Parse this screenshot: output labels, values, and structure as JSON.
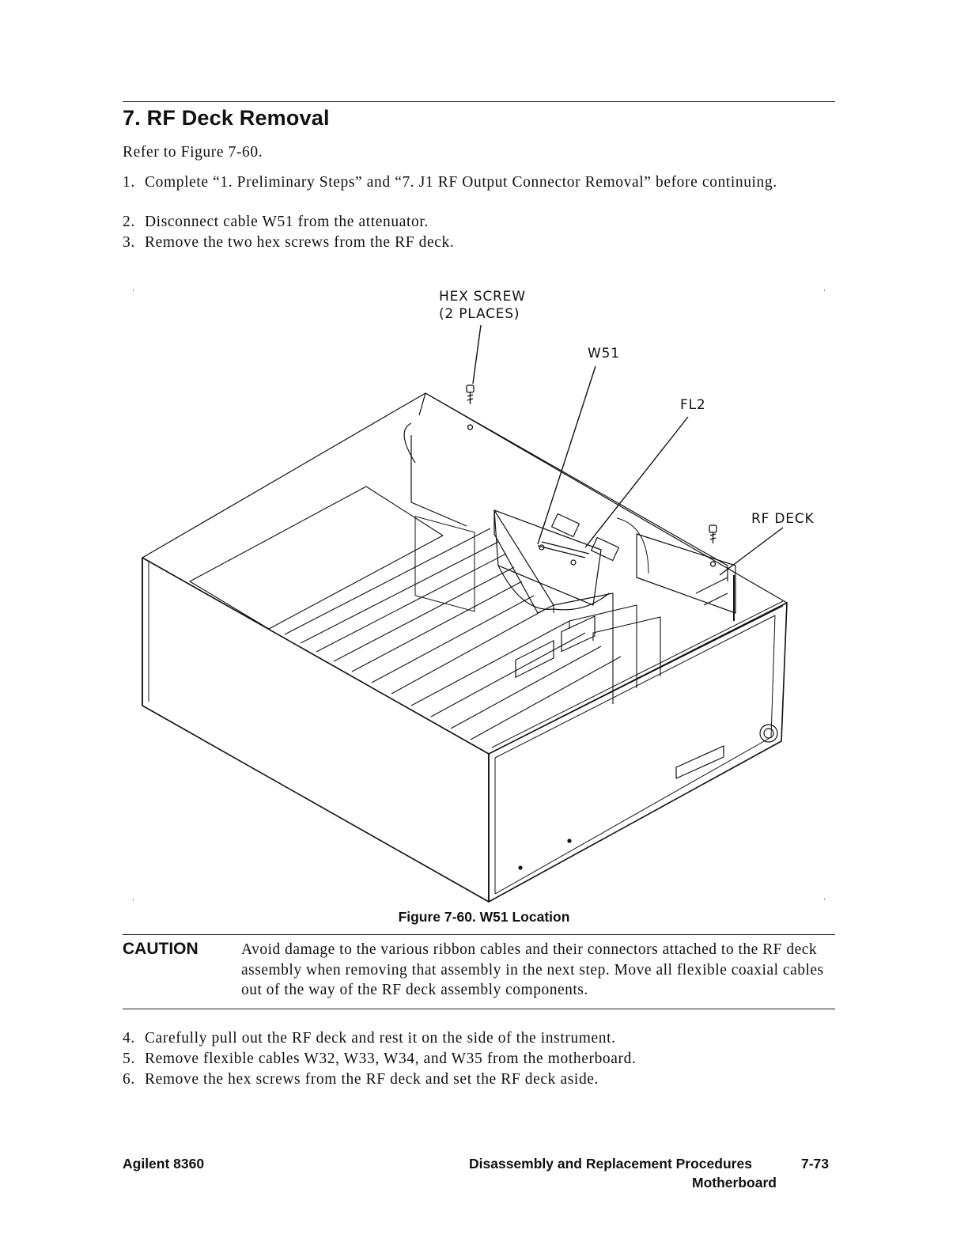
{
  "section": {
    "title": "7. RF Deck Removal",
    "intro": "Refer to Figure 7-60."
  },
  "steps_before": [
    {
      "num": "1.",
      "text": "Complete “1. Preliminary Steps” and “7. J1 RF Output Connector Removal” before continuing."
    },
    {
      "num": "2.",
      "text": "Disconnect cable W51 from the attenuator."
    },
    {
      "num": "3.",
      "text": "Remove the two hex screws from the RF deck."
    }
  ],
  "figure": {
    "callouts": {
      "hex_screw_line1": "HEX SCREW",
      "hex_screw_line2": "(2 PLACES)",
      "w51": "W51",
      "fl2": "FL2",
      "rf_deck": "RF DECK"
    },
    "caption": "Figure 7-60. W51 Location"
  },
  "caution": {
    "label": "CAUTION",
    "text": "Avoid damage to the various ribbon cables and their connectors attached to the RF deck assembly when removing that assembly in the next step. Move all flexible coaxial cables out of the way of the RF deck assembly components."
  },
  "steps_after": [
    {
      "num": "4.",
      "text": "Carefully pull out the RF deck and rest it on the side of the instrument."
    },
    {
      "num": "5.",
      "text": "Remove flexible cables W32, W33, W34, and W35 from the motherboard."
    },
    {
      "num": "6.",
      "text": "Remove the hex screws from the RF deck and set the RF deck aside."
    }
  ],
  "footer": {
    "left": "Agilent 8360",
    "center_line1": "Disassembly and Replacement Procedures",
    "page": "7-73",
    "center_line2": "Motherboard"
  }
}
